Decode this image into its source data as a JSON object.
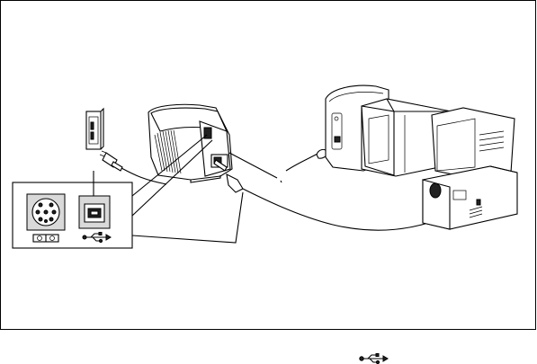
{
  "figure": {
    "description_items": [
      {
        "name": "wall-outlet-icon"
      },
      {
        "name": "label-printer"
      },
      {
        "name": "mac-computer"
      },
      {
        "name": "pc-computer"
      },
      {
        "name": "usb-symbol-icon"
      }
    ],
    "ports_callout": {
      "ports": [
        "mini-din-serial-port",
        "usb-b-port"
      ]
    }
  }
}
